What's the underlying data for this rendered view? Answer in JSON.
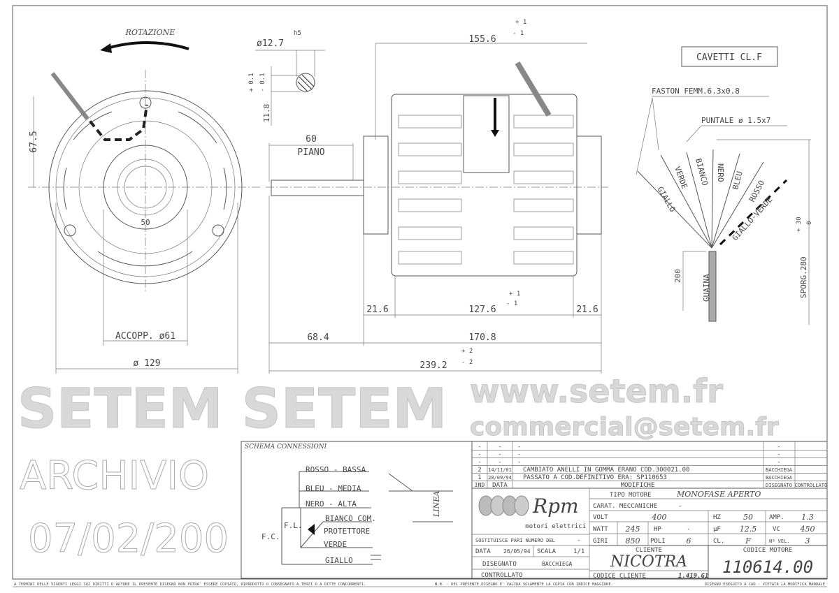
{
  "drawing": {
    "rotation_label": "ROTAZIONE",
    "front_view": {
      "dim_height": "67.5",
      "dim_hub": "50",
      "dim_coupling": "ACCOPP. ø61",
      "dim_diameter": "ø 129"
    },
    "shaft": {
      "dia": "ø12.7",
      "tol": "h5",
      "flat": "11.8",
      "flat_tol_plus": "+ 0.1",
      "flat_tol_minus": "- 0.1",
      "flat_len": "60",
      "flat_label": "PIANO"
    },
    "side_view": {
      "length_top": "155.6",
      "tol_plus_1": "+ 1",
      "tol_minus_1": "- 1",
      "inner": "127.6",
      "left_flange": "21.6",
      "right_flange": "21.6",
      "shaft_len": "68.4",
      "body_len": "170.8",
      "total": "239.2",
      "tol_plus_2": "+ 2",
      "tol_minus_2": "- 2"
    },
    "cables": {
      "box_label": "CAVETTI CL.F",
      "faston": "FASTON FEMM.6.3x0.8",
      "puntale": "PUNTALE ø 1.5x7",
      "wires": [
        "GIALLO",
        "VERDE",
        "BIANCO",
        "NERO",
        "BLEU",
        "ROSSO",
        "GIALLO-VERDE"
      ],
      "sheath": "GUAINA",
      "sheath_len": "200",
      "protrusion": "SPORG.280",
      "protrusion_tol_plus": "+ 30",
      "protrusion_tol_minus": "0"
    }
  },
  "watermark": {
    "line1": "www.setem.fr",
    "line2": "SETEM SETEM",
    "line3": "commercial@setem.fr",
    "stamp1": "ARCHIVIO",
    "stamp2": "07/02/200"
  },
  "schema": {
    "title": "SCHEMA CONNESSIONI",
    "labels": [
      "ROSSO - BASSA",
      "BLEU - MEDIA",
      "NERO - ALTA",
      "BIANCO COM.",
      "PROTETTORE",
      "VERDE",
      "GIALLO"
    ],
    "fl": "F.L.",
    "fc": "F.C.",
    "linea": "LINEA"
  },
  "revisions": {
    "rows": [
      {
        "ind": "-",
        "data": "-",
        "mod": "-",
        "dis": "-",
        "ctrl": ""
      },
      {
        "ind": "-",
        "data": "-",
        "mod": "-",
        "dis": "-",
        "ctrl": ""
      },
      {
        "ind": "-",
        "data": "-",
        "mod": "-",
        "dis": "-",
        "ctrl": ""
      },
      {
        "ind": "2",
        "data": "14/11/01",
        "mod": "CAMBIATO ANELLI IN GOMMA ERANO COD.300021.00",
        "dis": "BACCHIEGA",
        "ctrl": ""
      },
      {
        "ind": "1",
        "data": "28/09/94",
        "mod": "PASSATO A COD.DEFINITIVO ERA: SP110653",
        "dis": "BACCHIEGA",
        "ctrl": ""
      }
    ],
    "headers": {
      "ind": "IND",
      "data": "DATA",
      "mod": "MODIFICHE",
      "dis": "DISEGNATO",
      "ctrl": "CONTROLLATO"
    }
  },
  "title_block": {
    "logo_text": "Rpm",
    "logo_sub": "motori elettrici",
    "sostituisce_label": "SOSTITUISCE PARI NUMERO DEL",
    "sostituisce_value": "-",
    "data_label": "DATA",
    "data_value": "26/05/94",
    "scala_label": "SCALA",
    "scala_value": "1/1",
    "disegnato_label": "DISEGNATO",
    "disegnato_value": "BACCHIEGA",
    "controllato_label": "CONTROLLATO",
    "tipo_label": "TIPO MOTORE",
    "tipo_value": "MONOFASE APERTO",
    "carat_label": "CARAT. MECCANICHE",
    "carat_value": "-",
    "volt_label": "VOLT",
    "volt_value": "400",
    "hz_label": "HZ",
    "hz_value": "50",
    "amp_label": "AMP.",
    "amp_value": "1.3",
    "watt_label": "WATT",
    "watt_value": "245",
    "hp_label": "HP",
    "hp_value": "-",
    "uf_label": "µF",
    "uf_value": "12.5",
    "vc_label": "VC",
    "vc_value": "450",
    "giri_label": "GIRI",
    "giri_value": "850",
    "poli_label": "POLI",
    "poli_value": "6",
    "cl_label": "CL.",
    "cl_value": "F",
    "vel_label": "Nº VEL.",
    "vel_value": "3",
    "cliente_label": "CLIENTE",
    "cliente_value": "NICOTRA",
    "codice_cliente_label": "CODICE CLIENTE",
    "codice_cliente_value": "1.419.G1",
    "codice_motore_label": "CODICE MOTORE",
    "codice_motore_value": "110614.00"
  },
  "footer": {
    "copyright": "A TERMINI DELLE VIGENTI LEGGI SUI DIRITTI D'AUTORE IL PRESENTE DISEGNO NON POTRA' ESSERE COPIATO, RIPRODOTTO O CONSEGNATO A TERZI O A DITTE CONCORRENTI.",
    "nb": "N.B. - DEL PRESENTE DISEGNO E' VALIDA SOLAMENTE LA COPIA CON INDICE MAGGIORE.",
    "cad": "DISEGNO ESEGUITO A CAD - VIETATA LA MODIFICA MANUALE"
  }
}
